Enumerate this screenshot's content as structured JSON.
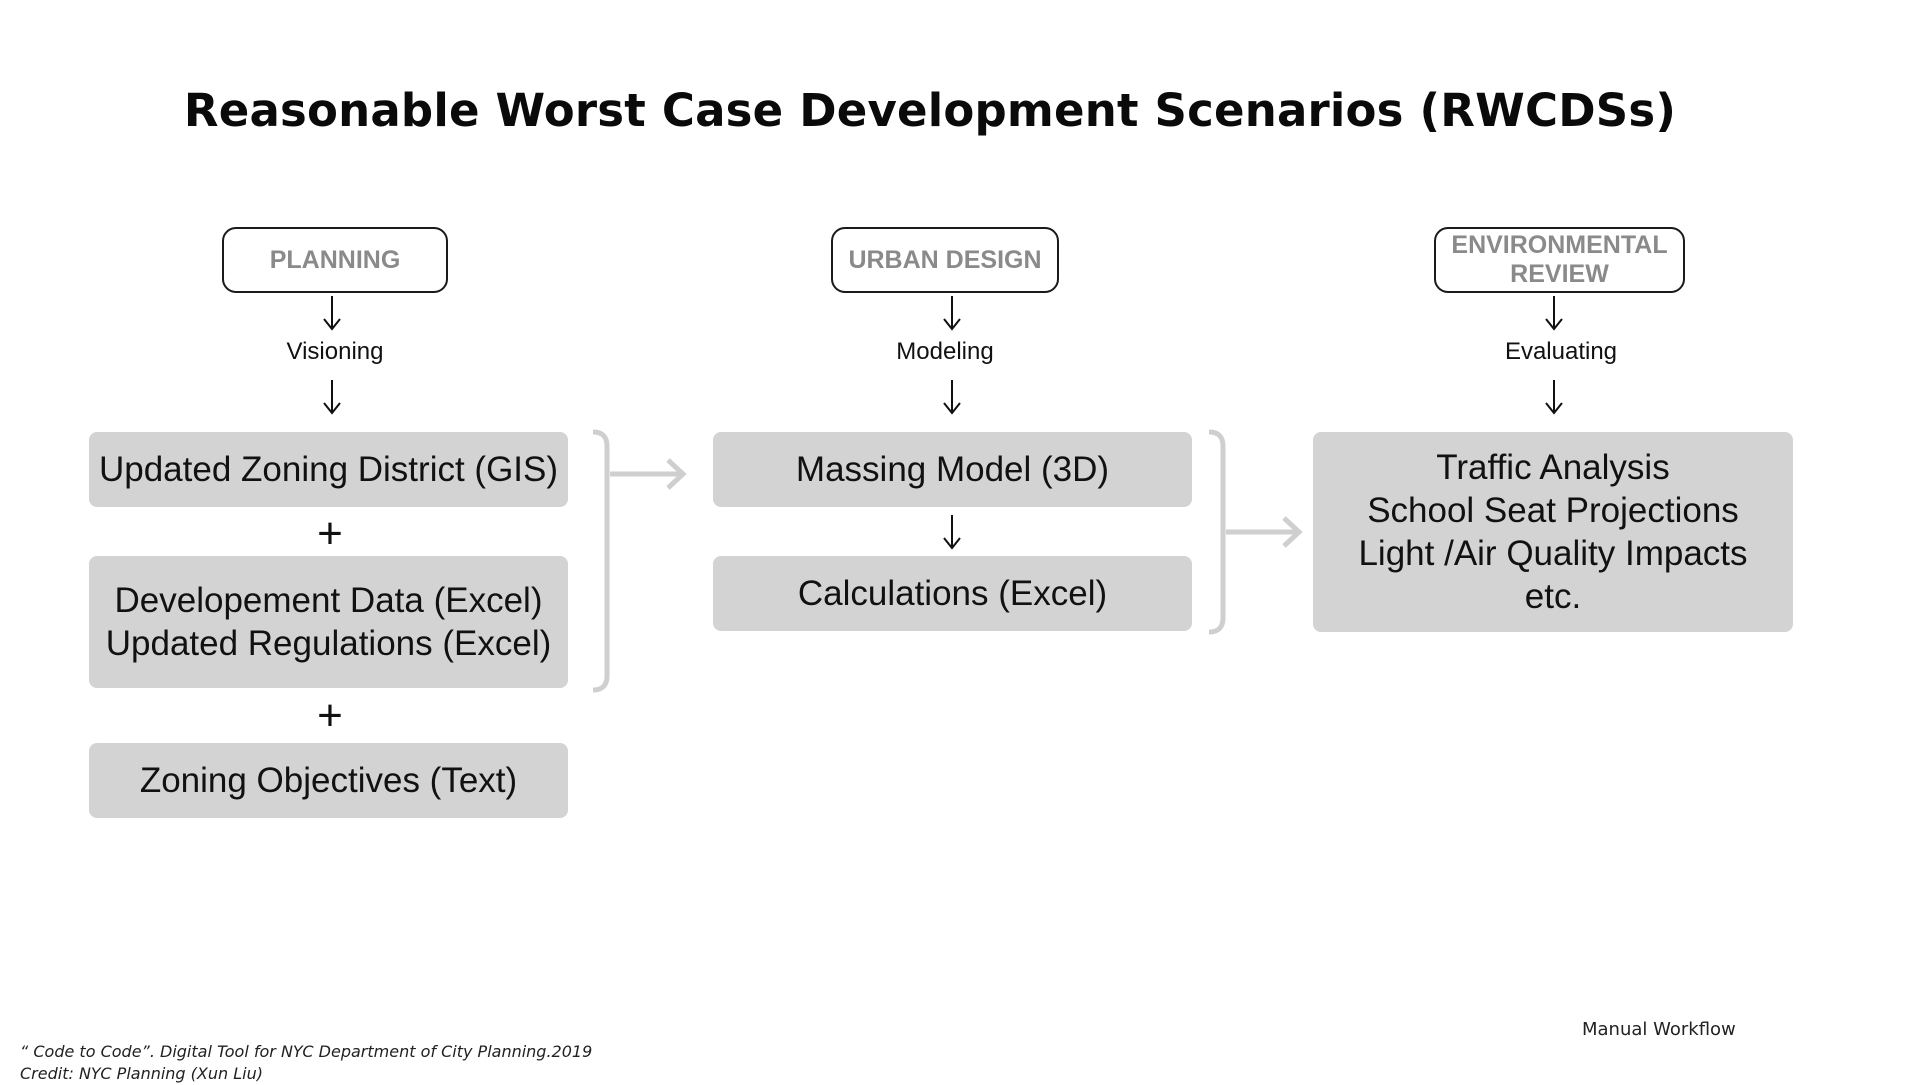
{
  "title": "Reasonable Worst Case Development Scenarios (RWCDSs)",
  "columns": [
    {
      "department": "PLANNING",
      "stage": "Visioning"
    },
    {
      "department": "URBAN DESIGN",
      "stage": "Modeling"
    },
    {
      "department_lines": [
        "ENVIRONMENTAL",
        "REVIEW"
      ],
      "stage": "Evaluating"
    }
  ],
  "planning_boxes": {
    "zoning_district": "Updated Zoning District (GIS)",
    "development_data": [
      "Developement Data (Excel)",
      "Updated Regulations (Excel)"
    ],
    "zoning_objectives": "Zoning Objectives (Text)"
  },
  "plus_symbol": "+",
  "urban_design_boxes": {
    "massing_model": "Massing Model (3D)",
    "calculations": "Calculations (Excel)"
  },
  "environmental_box": [
    "Traffic Analysis",
    "School Seat Projections",
    "Light /Air Quality Impacts",
    "etc."
  ],
  "caption": "Manual Workflow",
  "footer": {
    "citation": "“ Code to Code”. Digital Tool for NYC Department of City Planning.2019",
    "credit": "Credit: NYC Planning (Xun Liu)"
  },
  "colors": {
    "box_fill": "#d3d3d3",
    "department_text": "#8a8a8a",
    "connector": "#cfcfcf"
  }
}
